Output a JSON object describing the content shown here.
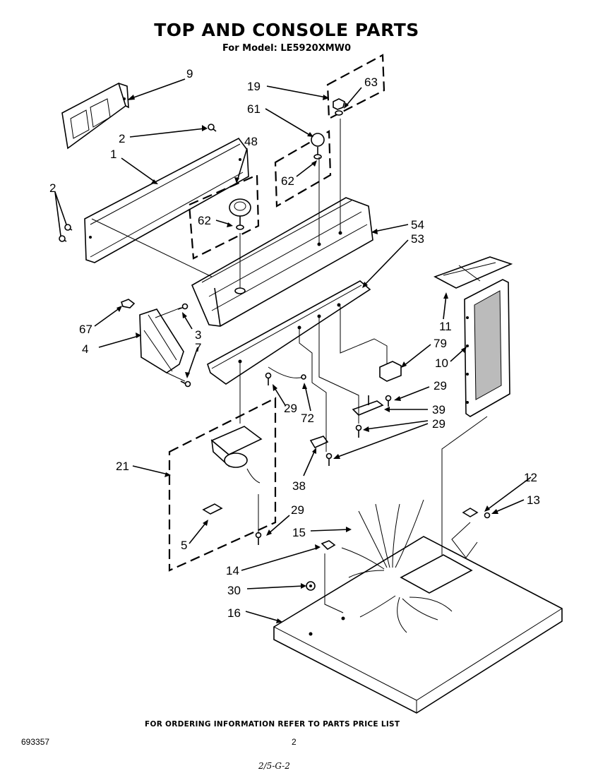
{
  "header": {
    "title": "TOP AND CONSOLE PARTS",
    "subtitle": "For Model: LE5920XMW0"
  },
  "callouts": [
    {
      "id": "c9",
      "label": "9"
    },
    {
      "id": "c2a",
      "label": "2"
    },
    {
      "id": "c1",
      "label": "1"
    },
    {
      "id": "c48",
      "label": "48"
    },
    {
      "id": "c2b",
      "label": "2"
    },
    {
      "id": "c62a",
      "label": "62"
    },
    {
      "id": "c19",
      "label": "19"
    },
    {
      "id": "c63",
      "label": "63"
    },
    {
      "id": "c61",
      "label": "61"
    },
    {
      "id": "c62b",
      "label": "62"
    },
    {
      "id": "c54",
      "label": "54"
    },
    {
      "id": "c53",
      "label": "53"
    },
    {
      "id": "c67",
      "label": "67"
    },
    {
      "id": "c3",
      "label": "3"
    },
    {
      "id": "c4",
      "label": "4"
    },
    {
      "id": "c7",
      "label": "7"
    },
    {
      "id": "c11",
      "label": "11"
    },
    {
      "id": "c79",
      "label": "79"
    },
    {
      "id": "c10",
      "label": "10"
    },
    {
      "id": "c29a",
      "label": "29"
    },
    {
      "id": "c29b",
      "label": "29"
    },
    {
      "id": "c72",
      "label": "72"
    },
    {
      "id": "c39",
      "label": "39"
    },
    {
      "id": "c29c",
      "label": "29"
    },
    {
      "id": "c21",
      "label": "21"
    },
    {
      "id": "c38",
      "label": "38"
    },
    {
      "id": "c12",
      "label": "12"
    },
    {
      "id": "c13",
      "label": "13"
    },
    {
      "id": "c29d",
      "label": "29"
    },
    {
      "id": "c5",
      "label": "5"
    },
    {
      "id": "c15",
      "label": "15"
    },
    {
      "id": "c14",
      "label": "14"
    },
    {
      "id": "c30",
      "label": "30"
    },
    {
      "id": "c16",
      "label": "16"
    }
  ],
  "footer": {
    "note": "FOR ORDERING INFORMATION REFER TO PARTS PRICE LIST",
    "doc_number": "693357",
    "page_number": "2",
    "handwritten": "2/5-G-2"
  }
}
